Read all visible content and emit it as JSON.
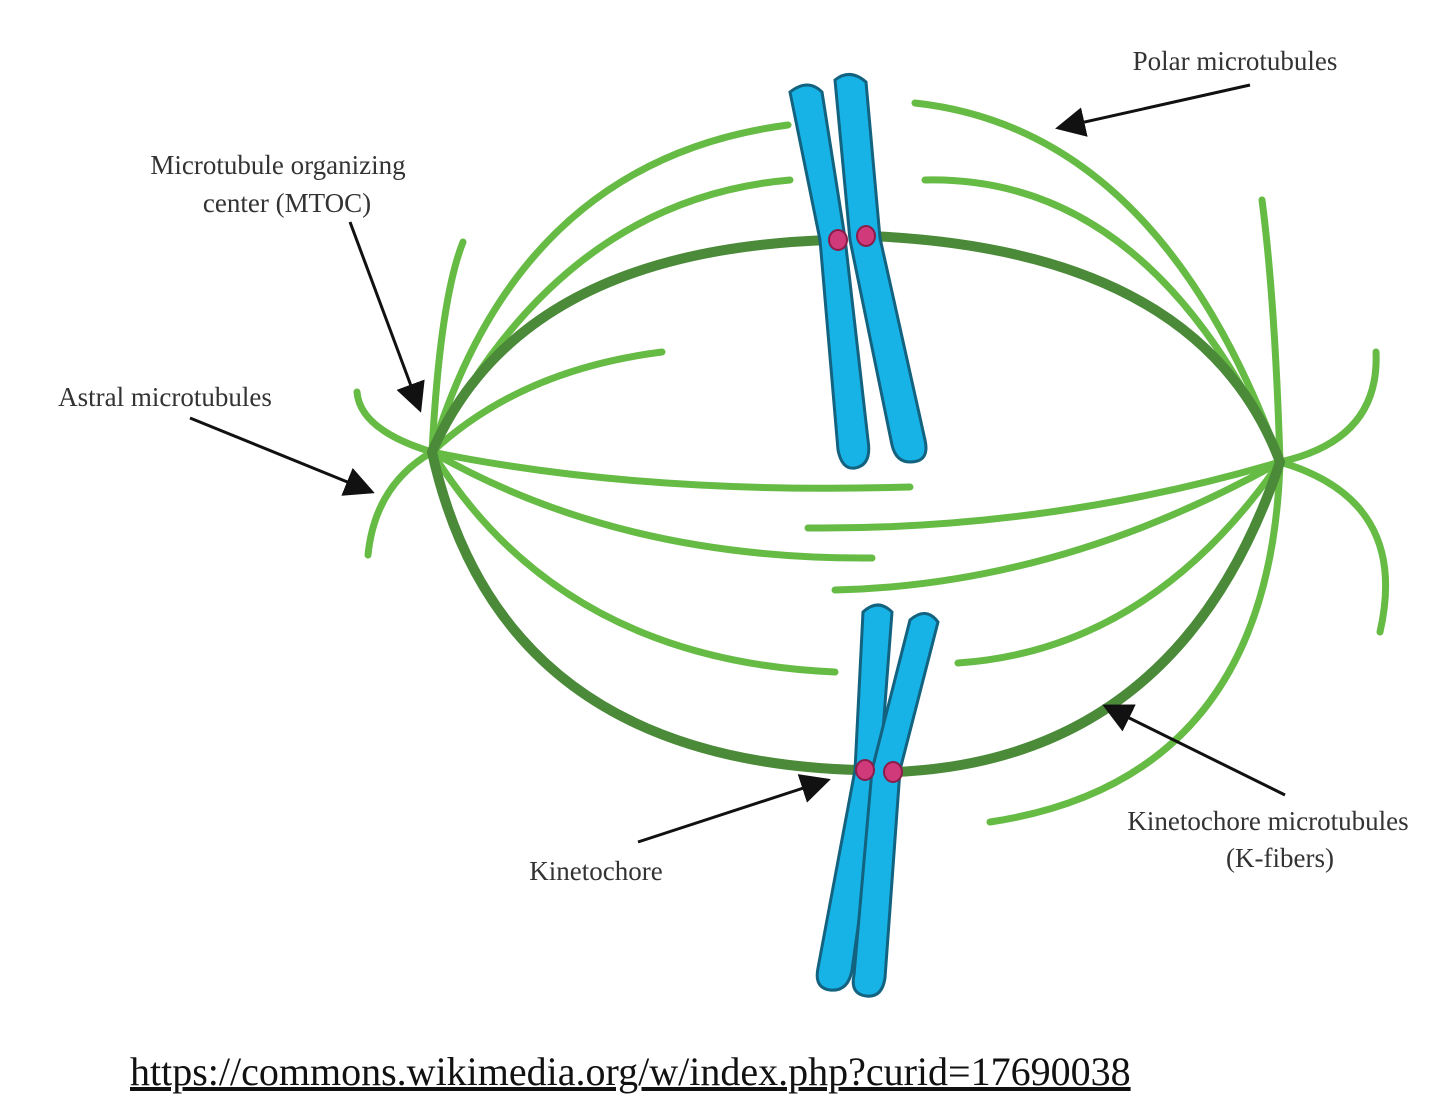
{
  "labels": {
    "polar": "Polar microtubules",
    "mtoc_line1": "Microtubule organizing",
    "mtoc_line2": "center (MTOC)",
    "astral": "Astral microtubules",
    "kinetochore": "Kinetochore",
    "kfibers_line1": "Kinetochore microtubules",
    "kfibers_line2": "(K-fibers)"
  },
  "source": {
    "url": "https://commons.wikimedia.org/w/index.php?curid=17690038"
  },
  "colors": {
    "microtubule_light": "#66bb44",
    "microtubule_dark": "#4a8a38",
    "chromosome": "#17b3e6",
    "kinetochore": "#d03a7a"
  }
}
